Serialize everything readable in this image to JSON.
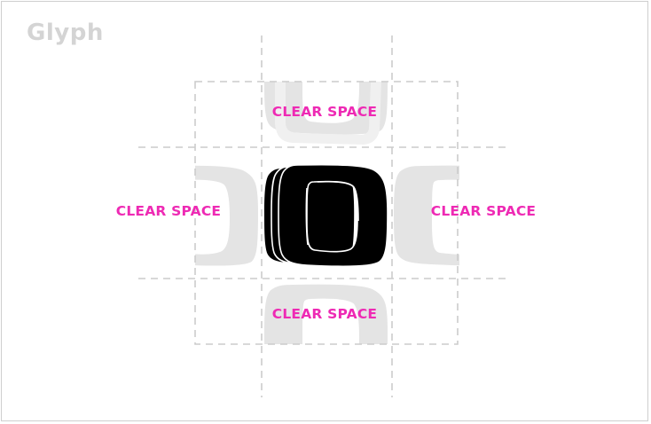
{
  "title": "Glyph",
  "accent_color": "#ee2ab4",
  "guide_color": "#cccccc",
  "ghost_color": "#e6e6e6",
  "glyph_color": "#000000",
  "labels": {
    "top": "CLEAR SPACE",
    "left": "CLEAR SPACE",
    "right": "CLEAR SPACE",
    "bottom": "CLEAR SPACE"
  }
}
